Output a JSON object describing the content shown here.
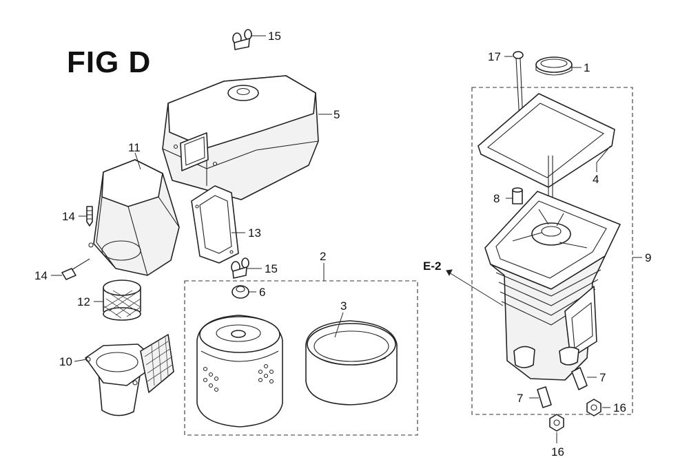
{
  "figure": {
    "title": "FIG D",
    "callouts": [
      "15",
      "5",
      "11",
      "14",
      "13",
      "15",
      "6",
      "14",
      "12",
      "2",
      "3",
      "10",
      "17",
      "1",
      "4",
      "8",
      "9",
      "E-2",
      "7",
      "7",
      "16",
      "16"
    ]
  }
}
